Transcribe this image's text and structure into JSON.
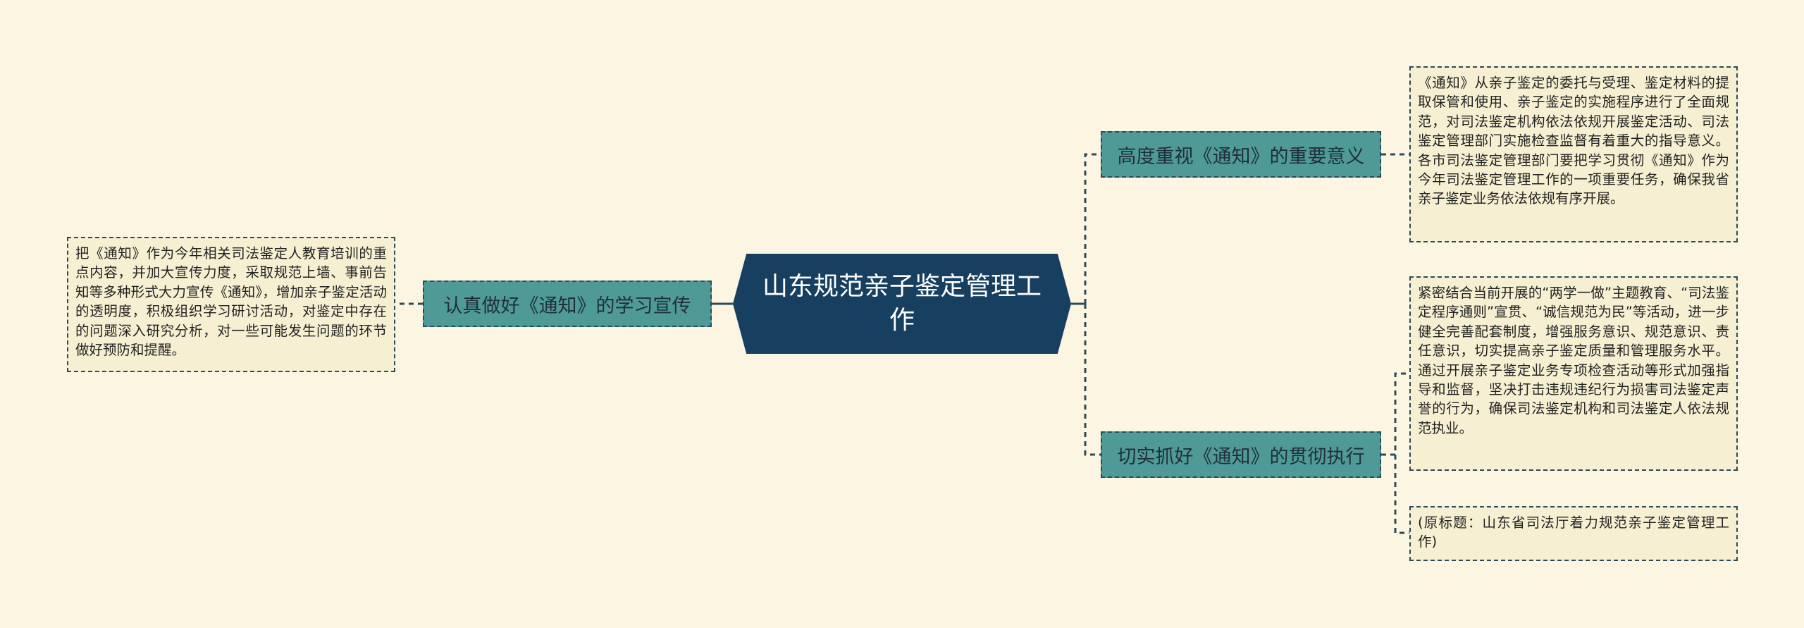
{
  "root": {
    "title": "山东规范亲子鉴定管理工作"
  },
  "branches": {
    "significance": {
      "label": "高度重视《通知》的重要意义",
      "detail": "《通知》从亲子鉴定的委托与受理、鉴定材料的提取保管和使用、亲子鉴定的实施程序进行了全面规范，对司法鉴定机构依法依规开展鉴定活动、司法鉴定管理部门实施检查监督有着重大的指导意义。各市司法鉴定管理部门要把学习贯彻《通知》作为今年司法鉴定管理工作的一项重要任务，确保我省亲子鉴定业务依法依规有序开展。"
    },
    "implementation": {
      "label": "切实抓好《通知》的贯彻执行",
      "detail": "紧密结合当前开展的“两学一做”主题教育、“司法鉴定程序通则”宣贯、“诚信规范为民”等活动，进一步健全完善配套制度，增强服务意识、规范意识、责任意识，切实提高亲子鉴定质量和管理服务水平。通过开展亲子鉴定业务专项检查活动等形式加强指导和监督，坚决打击违规违纪行为损害司法鉴定声誉的行为，确保司法鉴定机构和司法鉴定人依法规范执业。",
      "source_note": "(原标题：山东省司法厅着力规范亲子鉴定管理工作)"
    },
    "publicity": {
      "label": "认真做好《通知》的学习宣传",
      "detail": "把《通知》作为今年相关司法鉴定人教育培训的重点内容，并加大宣传力度，采取规范上墙、事前告知等多种形式大力宣传《通知》，增加亲子鉴定活动的透明度，积极组织学习研讨活动，对鉴定中存在的问题深入研究分析，对一些可能发生问题的环节做好预防和提醒。"
    }
  },
  "colors": {
    "background": "#fbf5e2",
    "root_fill": "#173f5f",
    "branch_fill": "#4f9a96",
    "leaf_fill": "#f6efd2",
    "connector": "#2c4a5a"
  }
}
